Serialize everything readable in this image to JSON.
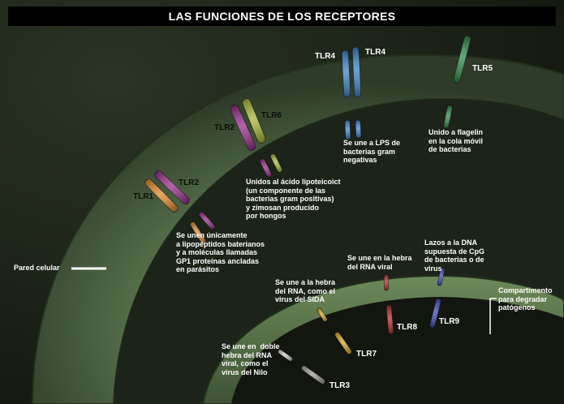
{
  "title": "LAS FUNCIONES DE LOS RECEPTORES",
  "receptors": {
    "tlr1": "TLR1",
    "tlr2_lower": "TLR2",
    "tlr2_upper": "TLR2",
    "tlr6": "TLR6",
    "tlr4_left": "TLR4",
    "tlr4_right": "TLR4",
    "tlr5": "TLR5",
    "tlr3": "TLR3",
    "tlr7": "TLR7",
    "tlr8": "TLR8",
    "tlr9": "TLR9"
  },
  "annotations": {
    "lipopeptides": "Se unen únicamente\na lipopéptidos baterianos\ny a moléculas llamadas\nGP1 proteínas ancladas\nen parásitos",
    "lipoteichoic": "Unidos al ácido lipoteicoict\n(un componente de las\nbacterias gram positivas)\ny zimosan producido\npor hongos",
    "lps": "Se une a LPS de\nbacterias gram\nnegativas",
    "flagellin": "Unido a flagelin\nen la cola móvil\nde bacterias",
    "rna_viral": "Se une en la hebra\ndel RNA viral",
    "cpg": "Lazos a la DNA\nsupuesta de CpG\nde bacterias o de\nvirus",
    "hiv": "Se une a la hebra\ndel RNA, como el\nvirus del SIDA",
    "double_strand": "Se une en  doble\nhebra del RNA\nviral, como el\nvirus del Nilo"
  },
  "pared_celular": "Pared celular",
  "compartimento": "Compartimento\npara degradar\npatógenos",
  "colors": {
    "background": "#151a12",
    "membrane": "#56704a",
    "interior": "#1c2318",
    "tlr1": "#e0892a",
    "tlr2": "#9a2c8c",
    "tlr6": "#a8b836",
    "tlr4": "#3b86c8",
    "tlr5": "#2e8a4a",
    "tlr3": "#9a9a9a",
    "tlr7": "#d9a425",
    "tlr8": "#b8282a",
    "tlr9": "#3a48b8"
  }
}
